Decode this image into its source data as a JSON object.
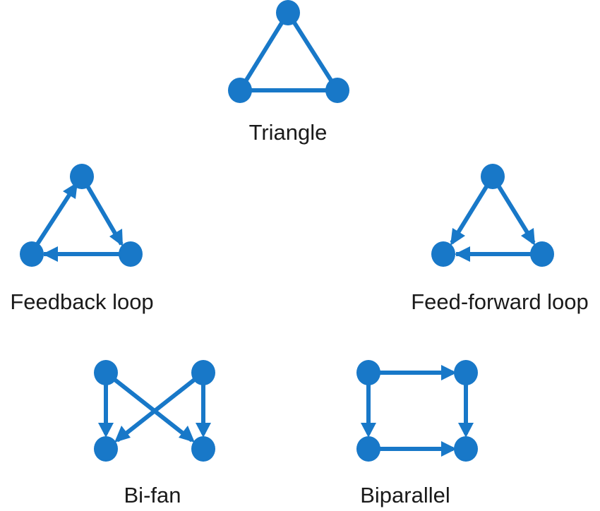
{
  "motifs": {
    "triangle": {
      "label": "Triangle"
    },
    "feedback_loop": {
      "label": "Feedback loop"
    },
    "feed_forward_loop": {
      "label": "Feed-forward loop"
    },
    "bi_fan": {
      "label": "Bi-fan"
    },
    "biparallel": {
      "label": "Biparallel"
    }
  },
  "colors": {
    "accent": "#1878c8",
    "text": "#1a1a1a",
    "background": "#ffffff"
  }
}
